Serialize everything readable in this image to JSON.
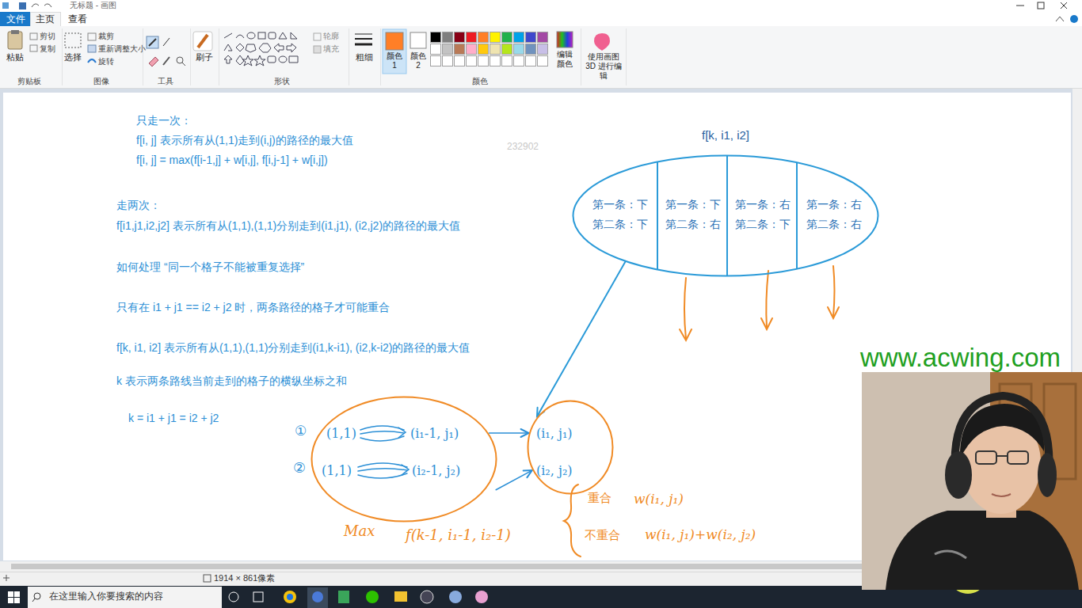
{
  "diagram": {
    "nodes": [
      {
        "text": [
          "f[k, i1, i2]"
        ]
      },
      {
        "text": [
          "第一条：下",
          "第二条：下"
        ],
        "in": 0
      },
      {
        "text": [
          "第一条：下",
          "第二条：右"
        ],
        "in": 0
      },
      {
        "text": [
          "第一条：右",
          "第二条：下"
        ],
        "in": 0
      },
      {
        "text": [
          "第一条：右",
          "第二条：右"
        ],
        "in": 0
      },
      {
        "text": [
          "(1,1)",
          "(i₁-1, j₁)",
          "(1,1)",
          "(i₂-1, j₂)"
        ]
      },
      {
        "text": [
          "(i₁, j₁)",
          "(i₂, j₂)"
        ]
      }
    ],
    "edges": [
      {
        "from": 0,
        "to": 6,
        "arrow": "to"
      },
      {
        "from": 5,
        "to": 6,
        "arrow": "to"
      },
      {
        "from": 5,
        "to": 6,
        "arrow": "to"
      }
    ],
    "labels": [
      "无标题 - 画图",
      "文件",
      "主页",
      "查看",
      "粘贴",
      "剪切",
      "复制",
      "剪贴板",
      "选择",
      "裁剪",
      "重新调整大小",
      "旋转",
      "图像",
      "工具",
      "刷子",
      "形状",
      "轮廓",
      "填充",
      "粗细",
      "颜色 1",
      "颜色 2",
      "编辑颜色",
      "使用画图 3D 进行编辑",
      "颜色",
      "只走一次：",
      "f[i, j] 表示所有从(1,1)走到(i,j)的路径的最大值",
      "f[i, j] = max(f[i-1,j] + w[i,j], f[i,j-1] + w[i,j])",
      "走两次：",
      "f[i1,j1,i2,j2] 表示所有从(1,1),(1,1)分别走到(i1,j1), (i2,j2)的路径的最大值",
      "如何处理 “同一个格子不能被重复选择”",
      "只有在 i1 + j1 == i2 + j2 时，两条路径的格子才可能重合",
      "f[k, i1, i2] 表示所有从(1,1),(1,1)分别走到(i1,k-i1), (i2,k-i2)的路径的最大值",
      "k 表示两条路线当前走到的格子的横纵坐标之和",
      "k = i1 + j1 = i2 + j2",
      "232902",
      "①",
      "②",
      "Max",
      "f(k-1, i₁-1, i₂-1)",
      "重合",
      "w(i₁, j₁)",
      "不重合",
      "w(i₁, j₁)+w(i₂, j₂)",
      "www.acwing.com",
      "1914 × 861像素",
      "在这里输入你要搜索的内容"
    ]
  }
}
